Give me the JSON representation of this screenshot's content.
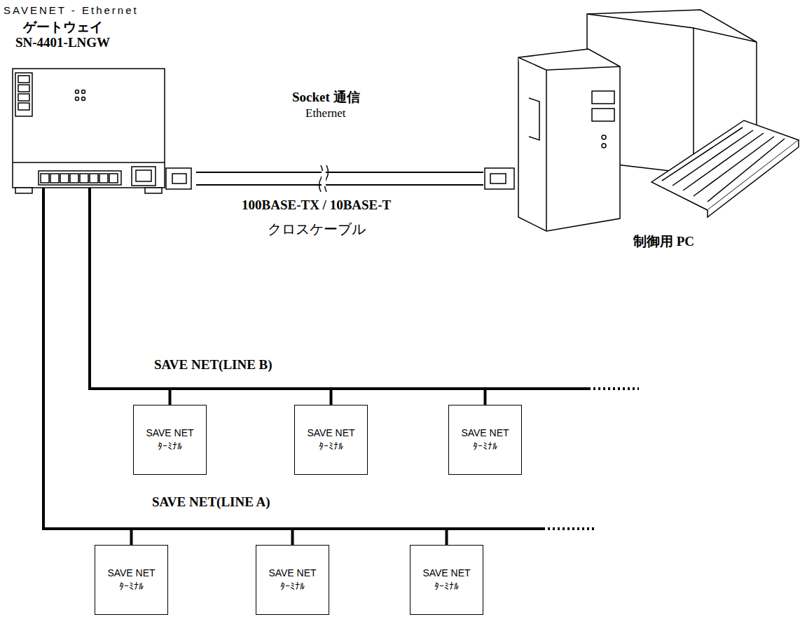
{
  "diagram": {
    "nodes": [
      {
        "text": [
          "SAVENET - Ethernet",
          "ゲートウェイ",
          "SN-4401-LNGW"
        ]
      },
      {
        "text": [
          "制御用 PC"
        ]
      },
      {
        "text": [
          "SAVE NET",
          "ﾀｰﾐﾅﾙ"
        ]
      },
      {
        "text": [
          "SAVE NET",
          "ﾀｰﾐﾅﾙ"
        ]
      },
      {
        "text": [
          "SAVE NET",
          "ﾀｰﾐﾅﾙ"
        ]
      },
      {
        "text": [
          "SAVE NET",
          "ﾀｰﾐﾅﾙ"
        ]
      },
      {
        "text": [
          "SAVE NET",
          "ﾀｰﾐﾅﾙ"
        ]
      },
      {
        "text": [
          "SAVE NET",
          "ﾀｰﾐﾅﾙ"
        ]
      }
    ],
    "edges": [
      {
        "from": 0,
        "to": 1,
        "arrow": "none"
      },
      {
        "from": 0,
        "to": 2,
        "arrow": "none"
      },
      {
        "from": 0,
        "to": 3,
        "arrow": "none"
      },
      {
        "from": 0,
        "to": 4,
        "arrow": "none"
      },
      {
        "from": 0,
        "to": 5,
        "arrow": "none"
      },
      {
        "from": 0,
        "to": 6,
        "arrow": "none"
      },
      {
        "from": 0,
        "to": 7,
        "arrow": "none"
      }
    ],
    "labels": [
      "Socket 通信",
      "Ethernet",
      "100BASE-TX / 10BASE-T",
      "クロスケーブル",
      "SAVE NET(LINE B)",
      "SAVE NET(LINE A)"
    ]
  }
}
